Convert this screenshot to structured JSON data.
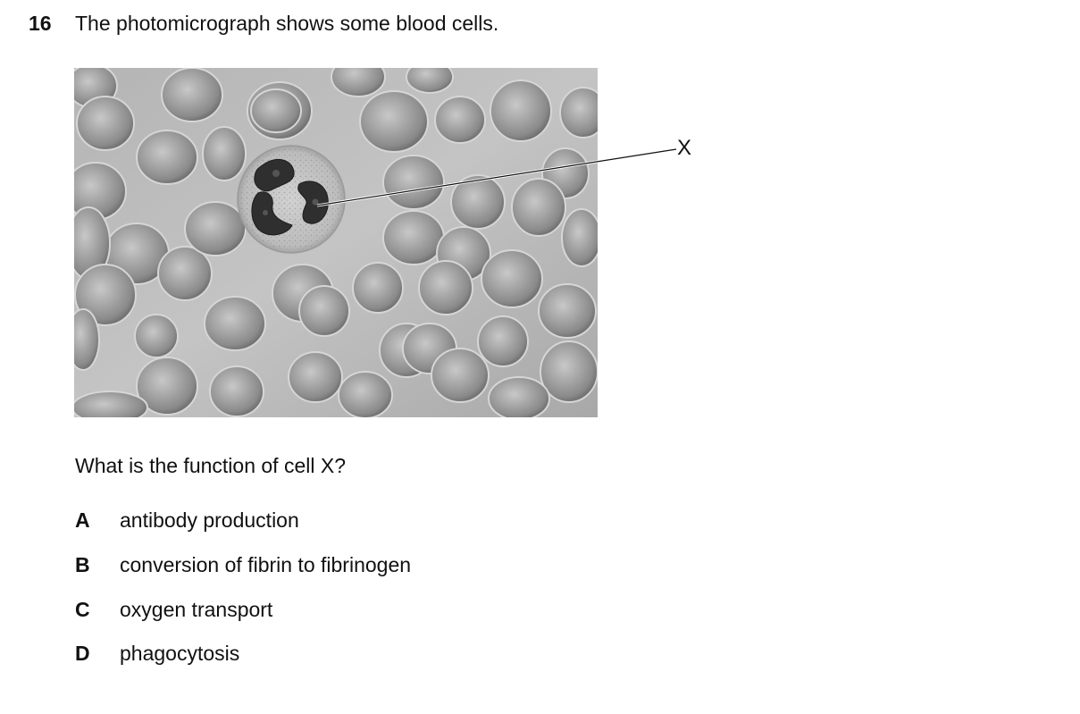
{
  "question": {
    "number": "16",
    "stem": "The photomicrograph shows some blood cells.",
    "label": "X",
    "prompt": "What is the function of cell X?",
    "options": [
      {
        "letter": "A",
        "text": "antibody production"
      },
      {
        "letter": "B",
        "text": "conversion of fibrin to fibrinogen"
      },
      {
        "letter": "C",
        "text": "oxygen transport"
      },
      {
        "letter": "D",
        "text": "phagocytosis"
      }
    ]
  },
  "figure": {
    "kind": "photomicrograph",
    "background_color": "#b8b8b8",
    "red_cell_color": "#9c9c9c",
    "white_cell_color": "#c9c9c9",
    "nucleus_color": "#2e2e2e"
  }
}
